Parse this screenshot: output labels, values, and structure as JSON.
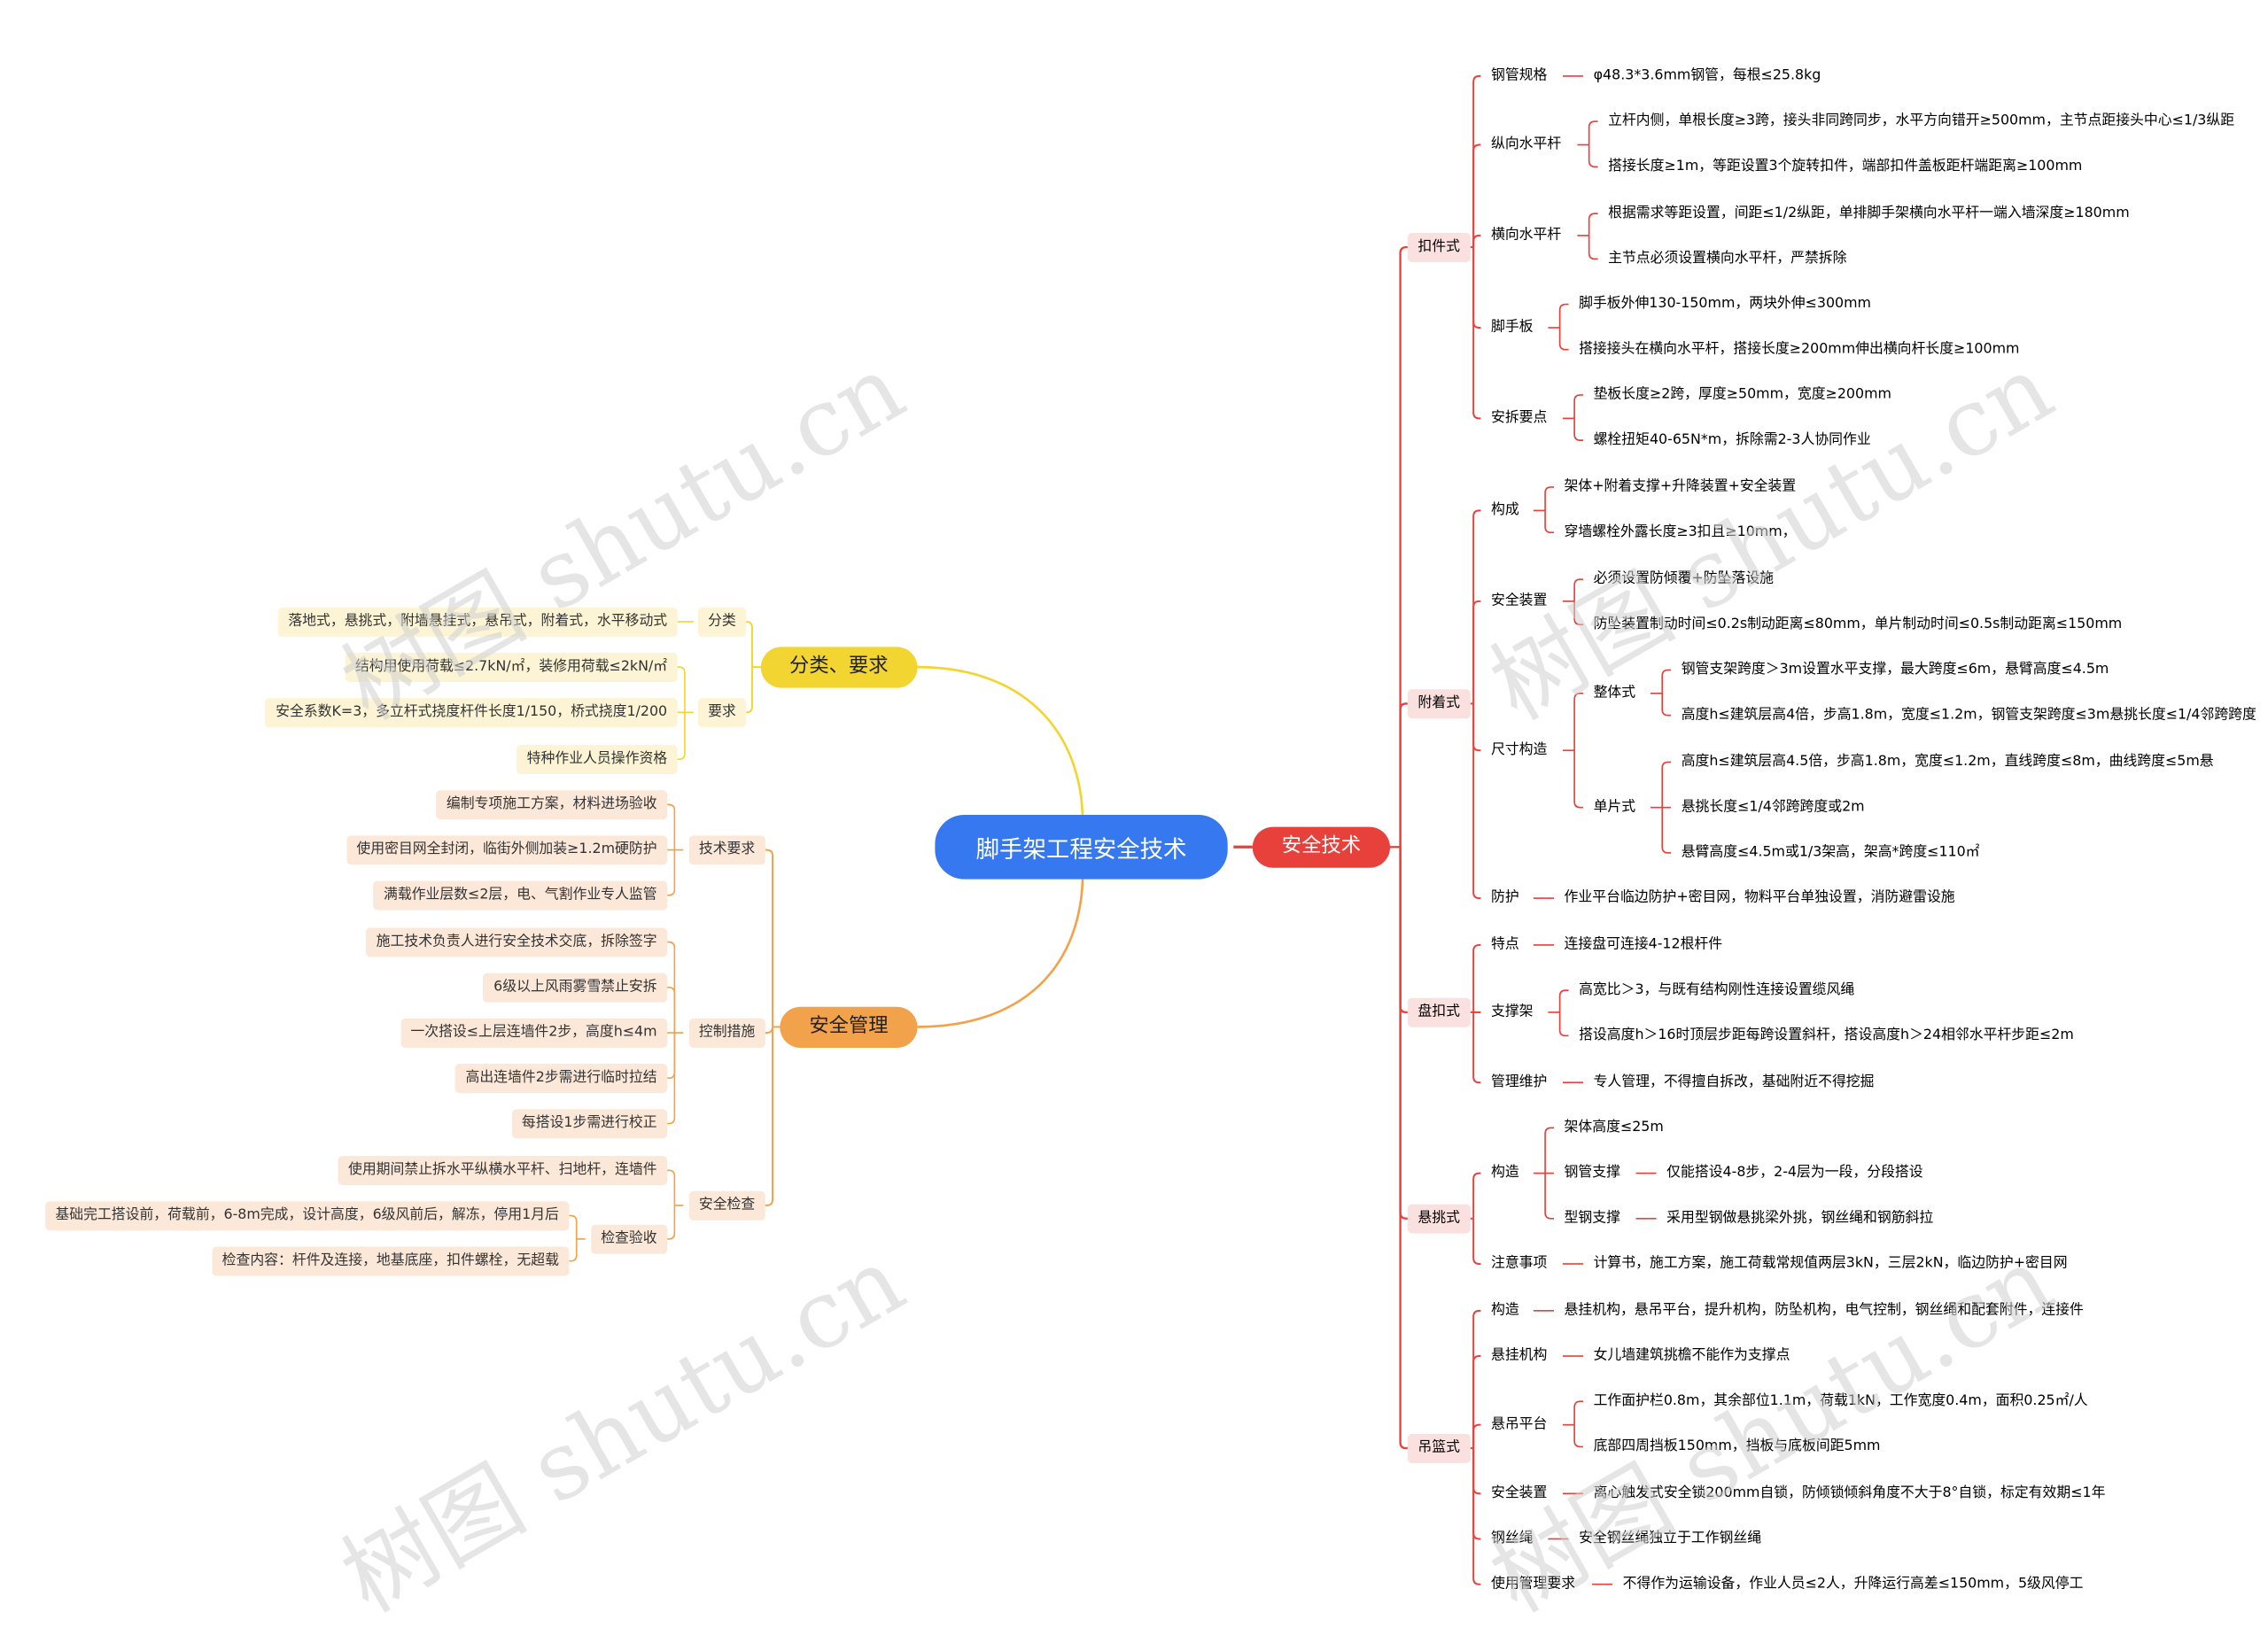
{
  "root": "脚手架工程安全技术",
  "watermark": "树图 shutu.cn",
  "colors": {
    "root": "#3578f0",
    "red": "#e8413c",
    "yellow": "#f2d531",
    "orange": "#f2a24a"
  },
  "right": {
    "label": "安全技术",
    "groups": [
      {
        "label": "扣件式",
        "items": [
          {
            "label": "钢管规格",
            "leaves": [
              "φ48.3*3.6mm钢管，每根≤25.8kg"
            ]
          },
          {
            "label": "纵向水平杆",
            "leaves": [
              "立杆内侧，单根长度≥3跨，接头非同跨同步，水平方向错开≥500mm，主节点距接头中心≤1/3纵距",
              "搭接长度≥1m，等距设置3个旋转扣件，端部扣件盖板距杆端距离≥100mm"
            ]
          },
          {
            "label": "横向水平杆",
            "leaves": [
              "根据需求等距设置，间距≤1/2纵距，单排脚手架横向水平杆一端入墙深度≥180mm",
              "主节点必须设置横向水平杆，严禁拆除"
            ]
          },
          {
            "label": "脚手板",
            "leaves": [
              "脚手板外伸130-150mm，两块外伸≤300mm",
              "搭接接头在横向水平杆，搭接长度≥200mm伸出横向杆长度≥100mm"
            ]
          },
          {
            "label": "安拆要点",
            "leaves": [
              "垫板长度≥2跨，厚度≥50mm，宽度≥200mm",
              "螺栓扭矩40-65N*m，拆除需2-3人协同作业"
            ]
          }
        ]
      },
      {
        "label": "附着式",
        "items": [
          {
            "label": "构成",
            "leaves": [
              "架体+附着支撑+升降装置+安全装置",
              "穿墙螺栓外露长度≥3扣且≥10mm，"
            ]
          },
          {
            "label": "安全装置",
            "leaves": [
              "必须设置防倾覆+防坠落设施",
              "防坠装置制动时间≤0.2s制动距离≤80mm，单片制动时间≤0.5s制动距离≤150mm"
            ]
          },
          {
            "label": "尺寸构造",
            "subs": [
              {
                "label": "整体式",
                "leaves": [
                  "钢管支架跨度＞3m设置水平支撑，最大跨度≤6m，悬臂高度≤4.5m",
                  "高度h≤建筑层高4倍，步高1.8m，宽度≤1.2m，钢管支架跨度≤3m悬挑长度≤1/4邻跨跨度"
                ]
              },
              {
                "label": "单片式",
                "leaves": [
                  "高度h≤建筑层高4.5倍，步高1.8m，宽度≤1.2m，直线跨度≤8m，曲线跨度≤5m悬",
                  "悬挑长度≤1/4邻跨跨度或2m",
                  "悬臂高度≤4.5m或1/3架高，架高*跨度≤110㎡"
                ]
              }
            ]
          },
          {
            "label": "防护",
            "leaves": [
              "作业平台临边防护+密目网，物料平台单独设置，消防避雷设施"
            ]
          }
        ]
      },
      {
        "label": "盘扣式",
        "items": [
          {
            "label": "特点",
            "leaves": [
              "连接盘可连接4-12根杆件"
            ]
          },
          {
            "label": "支撑架",
            "leaves": [
              "高宽比＞3，与既有结构刚性连接设置缆风绳",
              "搭设高度h＞16时顶层步距每跨设置斜杆，搭设高度h＞24相邻水平杆步距≤2m"
            ]
          },
          {
            "label": "管理维护",
            "leaves": [
              "专人管理，不得擅自拆改，基础附近不得挖掘"
            ]
          }
        ]
      },
      {
        "label": "悬挑式",
        "items": [
          {
            "label": "构造",
            "subs": [
              {
                "label": "架体高度≤25m",
                "leaves": []
              },
              {
                "label": "钢管支撑",
                "leaves": [
                  "仅能搭设4-8步，2-4层为一段，分段搭设"
                ]
              },
              {
                "label": "型钢支撑",
                "leaves": [
                  "采用型钢做悬挑梁外挑，钢丝绳和钢筋斜拉"
                ]
              }
            ]
          },
          {
            "label": "注意事项",
            "leaves": [
              "计算书，施工方案，施工荷载常规值两层3kN，三层2kN，临边防护+密目网"
            ]
          }
        ]
      },
      {
        "label": "吊篮式",
        "items": [
          {
            "label": "构造",
            "leaves": [
              "悬挂机构，悬吊平台，提升机构，防坠机构，电气控制，钢丝绳和配套附件，连接件"
            ]
          },
          {
            "label": "悬挂机构",
            "leaves": [
              "女儿墙建筑挑檐不能作为支撑点"
            ]
          },
          {
            "label": "悬吊平台",
            "leaves": [
              "工作面护栏0.8m，其余部位1.1m，荷载1kN，工作宽度0.4m，面积0.25㎡/人",
              "底部四周挡板150mm，挡板与底板间距5mm"
            ]
          },
          {
            "label": "安全装置",
            "leaves": [
              "离心触发式安全锁200mm自锁，防倾锁倾斜角度不大于8°自锁，标定有效期≤1年"
            ]
          },
          {
            "label": "钢丝绳",
            "leaves": [
              "安全钢丝绳独立于工作钢丝绳"
            ]
          },
          {
            "label": "使用管理要求",
            "leaves": [
              "不得作为运输设备，作业人员≤2人，升降运行高差≤150mm，5级风停工"
            ]
          }
        ]
      }
    ]
  },
  "left_top": {
    "label": "分类、要求",
    "items": [
      {
        "label": "分类",
        "leaves": [
          "落地式，悬挑式，附墙悬挂式，悬吊式，附着式，水平移动式"
        ]
      },
      {
        "label": "要求",
        "leaves": [
          "结构用使用荷载≤2.7kN/㎡，装修用荷载≤2kN/㎡",
          "安全系数K=3，多立杆式挠度杆件长度1/150，桥式挠度1/200",
          "特种作业人员操作资格"
        ]
      }
    ]
  },
  "left_bottom": {
    "label": "安全管理",
    "items": [
      {
        "label": "技术要求",
        "leaves": [
          "编制专项施工方案，材料进场验收",
          "使用密目网全封闭，临街外侧加装≥1.2m硬防护",
          "满载作业层数≤2层，电、气割作业专人监管"
        ]
      },
      {
        "label": "控制措施",
        "leaves": [
          "施工技术负责人进行安全技术交底，拆除签字",
          "6级以上风雨雾雪禁止安拆",
          "一次搭设≤上层连墙件2步，高度h≤4m",
          "高出连墙件2步需进行临时拉结",
          "每搭设1步需进行校正"
        ]
      },
      {
        "label": "安全检查",
        "subs": [
          {
            "label": "使用期间禁止拆水平纵横水平杆、扫地杆，连墙件",
            "leaves": []
          },
          {
            "label": "检查验收",
            "leaves": [
              "基础完工搭设前，荷载前，6-8m完成，设计高度，6级风前后，解冻，停用1月后",
              "检查内容：杆件及连接，地基底座，扣件螺栓，无超载"
            ]
          }
        ]
      }
    ]
  }
}
